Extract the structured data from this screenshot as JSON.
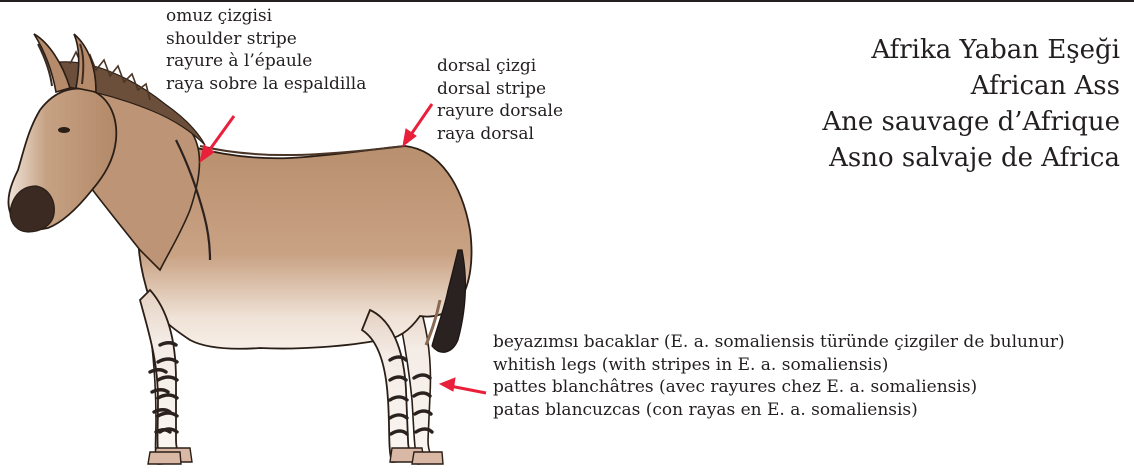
{
  "title_lines": [
    "Afrika Yaban Eşeği",
    "African Ass",
    "Ane sauvage d’Afrique",
    "Asno salvaje de Africa"
  ],
  "labels": {
    "shoulder_stripe": [
      "omuz çizgisi",
      "shoulder stripe",
      "rayure à l’épaule",
      "raya sobre la espaldilla"
    ],
    "dorsal_stripe": [
      "dorsal çizgi",
      "dorsal stripe",
      "rayure dorsale",
      "raya dorsal"
    ],
    "legs": [
      "beyazımsı bacaklar (E. a. somaliensis türünde çizgiler de bulunur)",
      "whitish legs (with stripes in E. a. somaliensis)",
      "pattes blanchâtres (avec rayures chez E. a. somaliensis)",
      "patas blancuzcas (con rayas en E. a. somaliensis)"
    ]
  },
  "colors": {
    "arrow": "#e8203a",
    "coat": "#c39a7a",
    "coat_dark": "#8b6a50",
    "belly": "#f1e6dc",
    "outline": "#2a1e16",
    "stripe": "#2b2220",
    "hoof": "#d9b9a6"
  }
}
